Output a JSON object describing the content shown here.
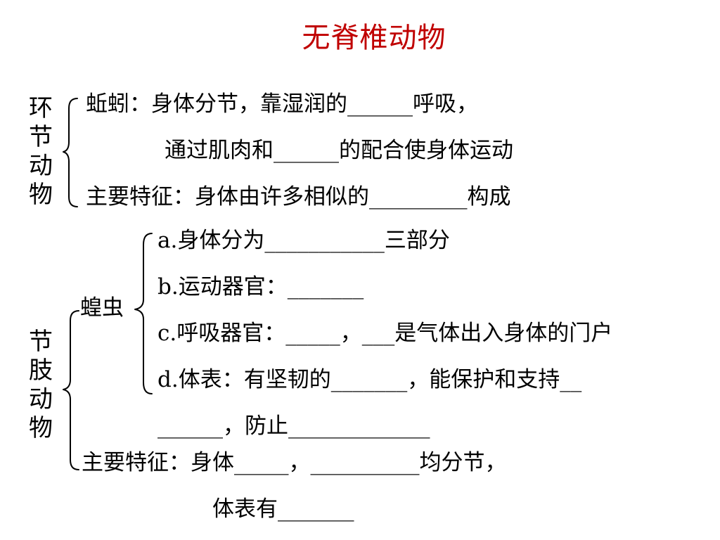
{
  "title": {
    "text": "无脊椎动物",
    "color": "#c00000"
  },
  "annelids": {
    "label": "环节动物",
    "earthworm_line1": "蚯蚓：身体分节，靠湿润的______呼吸，",
    "earthworm_line2": "通过肌肉和______的配合使身体运动",
    "feature": "主要特征：身体由许多相似的_________构成"
  },
  "arthropods": {
    "label": "节肢动物",
    "locust_label": "蝗虫",
    "item_a": "a.身体分为___________三部分",
    "item_b": "b.运动器官：_______",
    "item_c": "c.呼吸器官：_____，___是气体出入身体的门户",
    "item_d": "d.体表：有坚韧的_______，能保护和支持__",
    "item_d_cont": "______，防止_____________",
    "feature_line1": "主要特征：身体_____，__________均分节，",
    "feature_line2": "体表有_______"
  }
}
